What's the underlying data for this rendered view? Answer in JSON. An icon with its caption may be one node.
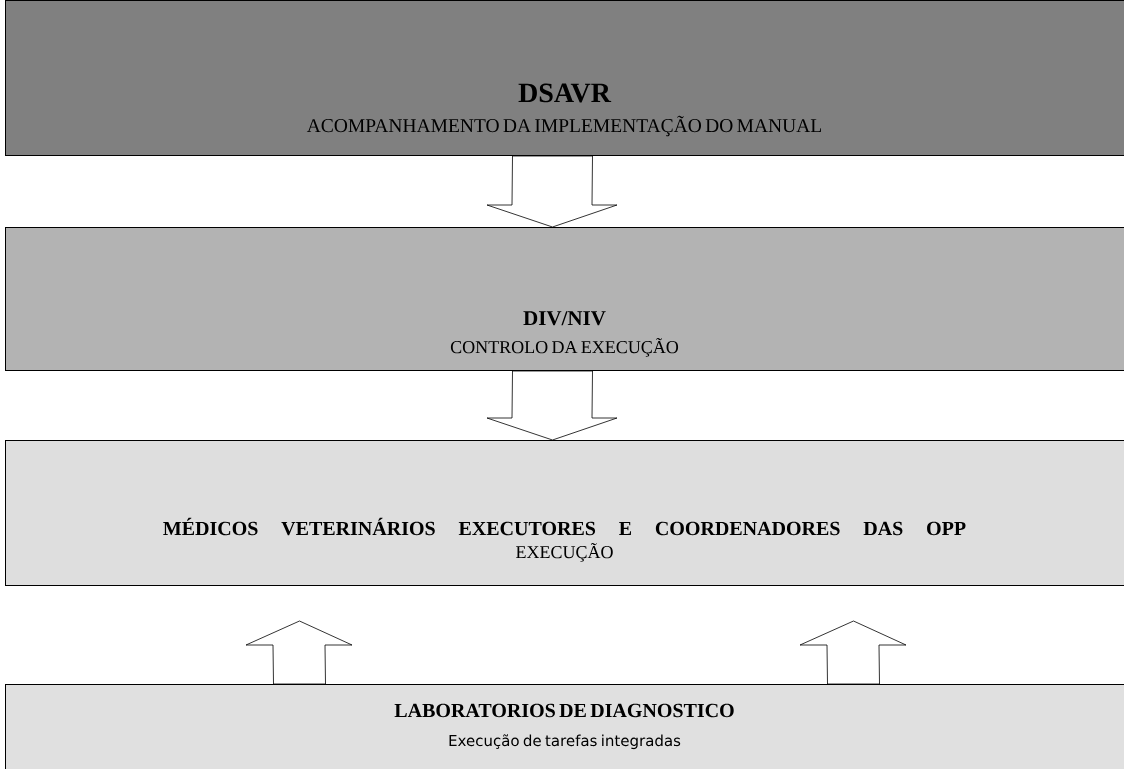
{
  "diagram": {
    "nodes": [
      {
        "text": [
          "DSAVR",
          "ACOMPANHAMENTO DA IMPLEMENTAÇÃO DO MANUAL"
        ]
      },
      {
        "text": [
          "DIV/NIV",
          "CONTROLO DA EXECUÇÃO"
        ]
      },
      {
        "text": [
          "MÉDICOS VETERINÁRIOS EXECUTORES E COORDENADORES DAS OPP",
          "EXECUÇÃO"
        ]
      },
      {
        "text": [
          "LABORATORIOS DE DIAGNOSTICO",
          "Execução de tarefas integradas"
        ]
      }
    ],
    "edges": [
      {
        "from": 0,
        "to": 1,
        "arrow": "to"
      },
      {
        "from": 1,
        "to": 2,
        "arrow": "to"
      },
      {
        "from": 3,
        "to": 2,
        "arrow": "to"
      },
      {
        "from": 3,
        "to": 2,
        "arrow": "to"
      }
    ]
  }
}
